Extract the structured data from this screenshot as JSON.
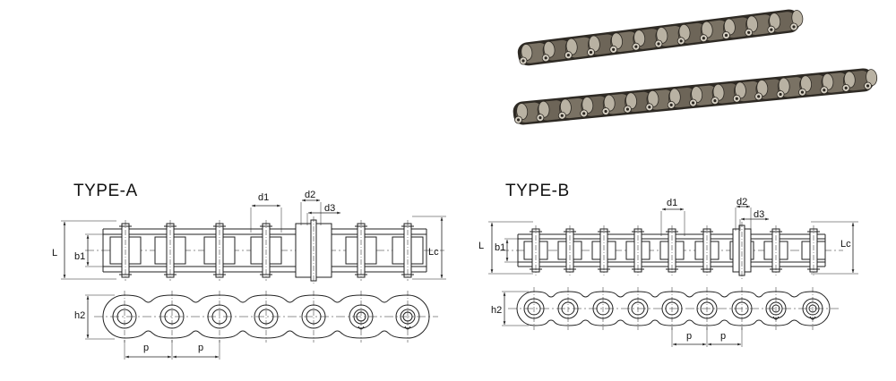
{
  "type_a": {
    "title": "TYPE-A",
    "labels": {
      "L": "L",
      "b1": "b1",
      "Lc": "Lc",
      "h2": "h2",
      "p1": "p",
      "p2": "p",
      "d1": "d1",
      "d2": "d2",
      "d3": "d3"
    }
  },
  "type_b": {
    "title": "TYPE-B",
    "labels": {
      "L": "L",
      "b1": "b1",
      "Lc": "Lc",
      "h2": "h2",
      "p1": "p",
      "p2": "p",
      "d1": "d1",
      "d2": "d2",
      "d3": "d3"
    }
  },
  "colors": {
    "line": "#222222",
    "hatch": "#555555",
    "chain_metal": "#6d6558",
    "chain_dark": "#2e2a24",
    "chain_light": "#b9b2a3"
  }
}
